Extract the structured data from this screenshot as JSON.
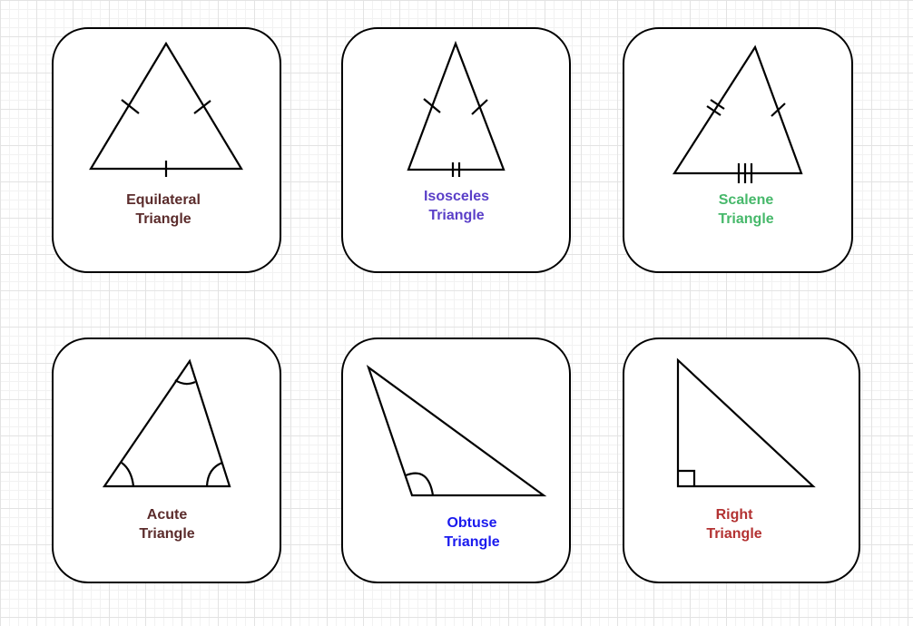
{
  "shapes": [
    {
      "name": "equilateral",
      "line1": "Equilateral",
      "line2": "Triangle",
      "color": "#5b2c2c"
    },
    {
      "name": "isosceles",
      "line1": "Isosceles",
      "line2": "Triangle",
      "color": "#5a3fc8"
    },
    {
      "name": "scalene",
      "line1": "Scalene",
      "line2": "Triangle",
      "color": "#46b86a"
    },
    {
      "name": "acute",
      "line1": "Acute",
      "line2": "Triangle",
      "color": "#5b2c2c"
    },
    {
      "name": "obtuse",
      "line1": "Obtuse",
      "line2": "Triangle",
      "color": "#1a1aee"
    },
    {
      "name": "right",
      "line1": "Right",
      "line2": "Triangle",
      "color": "#b33232"
    }
  ],
  "stroke_color": "#000000"
}
